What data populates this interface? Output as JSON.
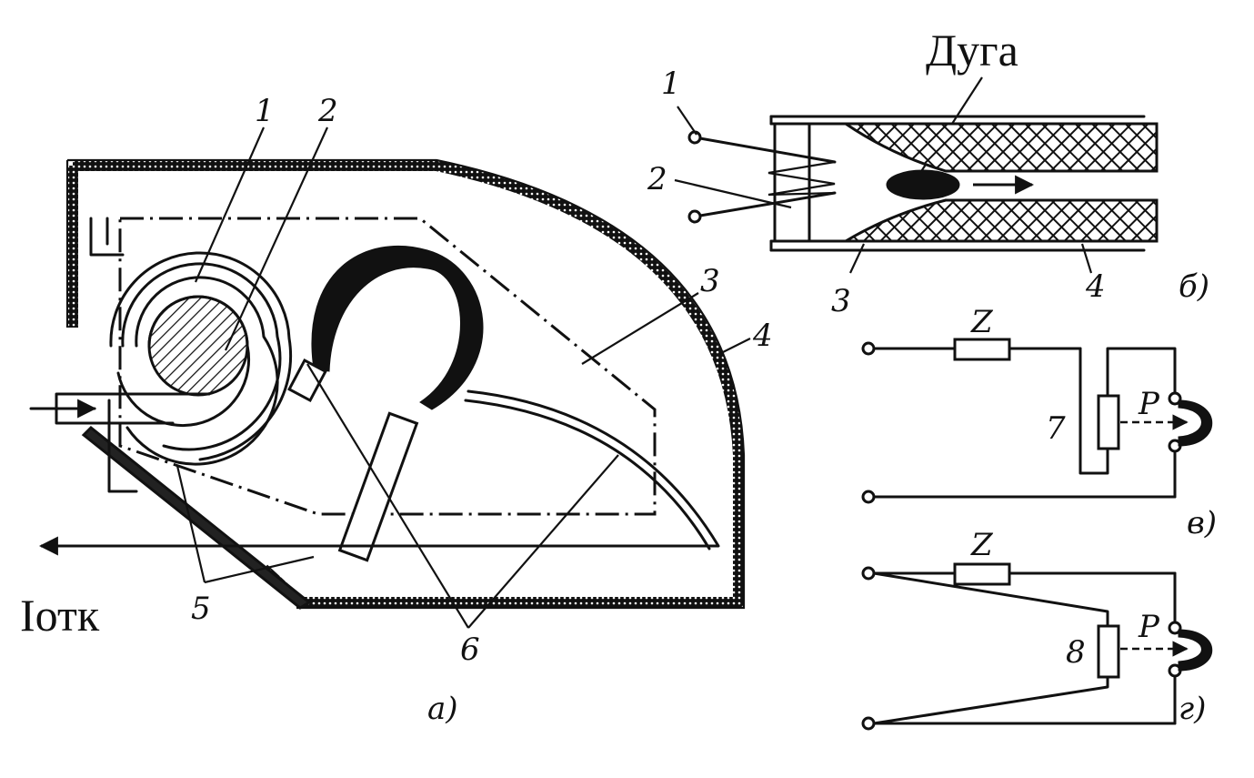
{
  "labels": {
    "arc": "Дуга",
    "current_off": "Iотк",
    "a_1": "1",
    "a_2": "2",
    "a_3": "3",
    "a_4": "4",
    "a_5": "5",
    "a_6": "6",
    "a_caption": "а)",
    "b_1": "1",
    "b_2": "2",
    "b_3": "3",
    "b_4": "4",
    "b_caption": "б)",
    "v_z": "Z",
    "v_p": "P",
    "v_7": "7",
    "v_caption": "в)",
    "g_z": "Z",
    "g_p": "P",
    "g_8": "8",
    "g_caption": "г)"
  }
}
